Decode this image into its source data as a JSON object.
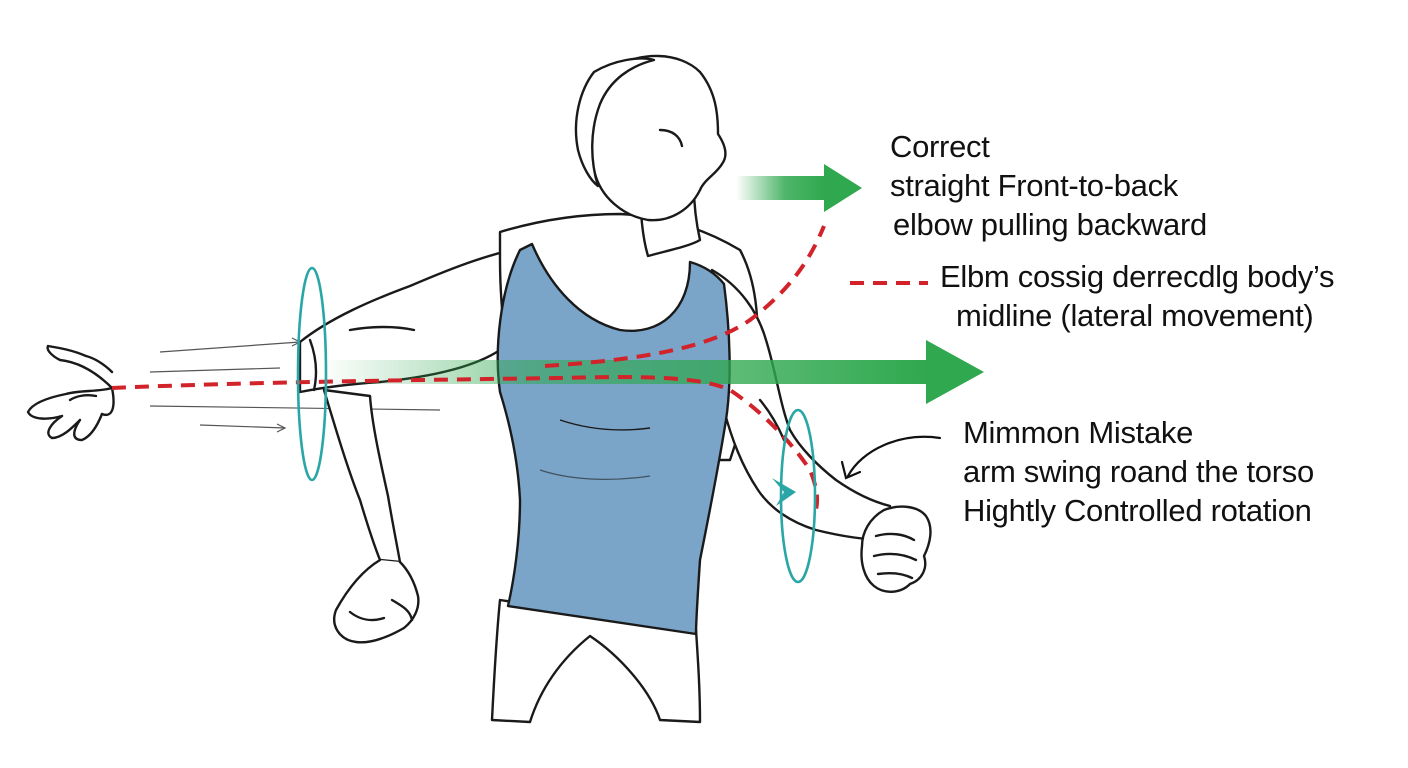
{
  "annotations": {
    "correct": {
      "heading": "Correct",
      "line1": "straight Front-to-back",
      "line2": "elbow pulling backward"
    },
    "lateral": {
      "line1": "Elbm cossig derrecdlg body’s",
      "line2": "midline (lateral movement)"
    },
    "mistake": {
      "heading": "Mimmon Mistake",
      "line1": "arm swing roand the torso",
      "line2": "Hightly Controlled rotation"
    }
  },
  "colors": {
    "correct_arrow": "#2fa84f",
    "mistake_path": "#d2232a",
    "rotation_ring": "#2aa6a6",
    "tank_top": "#7aa5c9",
    "outline": "#1a1a1a"
  }
}
